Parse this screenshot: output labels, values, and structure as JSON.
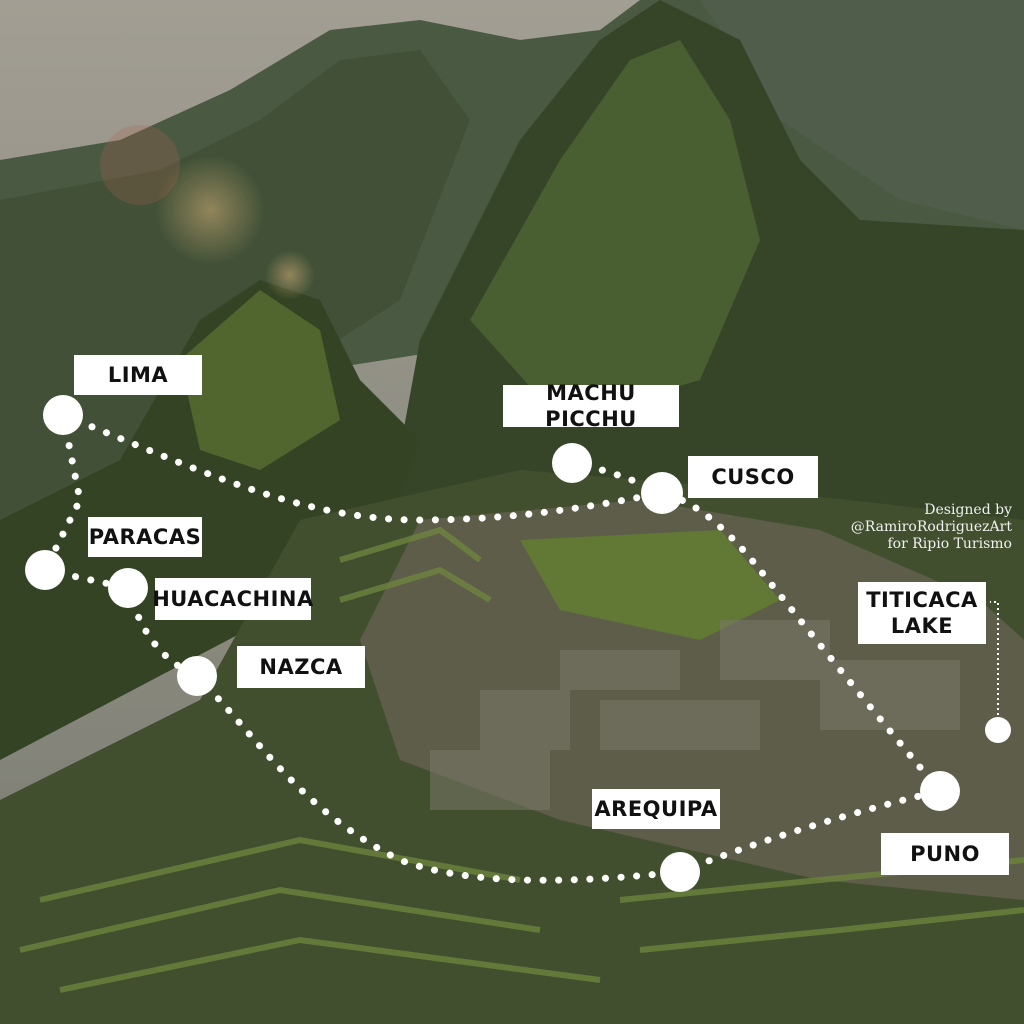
{
  "map": {
    "stops": [
      {
        "id": "lima",
        "label": "LIMA"
      },
      {
        "id": "machu-picchu",
        "label": "MACHU PICCHU"
      },
      {
        "id": "cusco",
        "label": "CUSCO"
      },
      {
        "id": "paracas",
        "label": "PARACAS"
      },
      {
        "id": "huacachina",
        "label": "HUACACHINA"
      },
      {
        "id": "nazca",
        "label": "NAZCA"
      },
      {
        "id": "titicaca-lake",
        "label": "TITICACA LAKE"
      },
      {
        "id": "arequipa",
        "label": "AREQUIPA"
      },
      {
        "id": "puno",
        "label": "PUNO"
      }
    ],
    "route_color": "#ffffff",
    "label_background": "#ffffff"
  },
  "credit": {
    "line1": "Designed by",
    "line2": "@RamiroRodriguezArt",
    "line3": "for Ripio Turismo"
  }
}
